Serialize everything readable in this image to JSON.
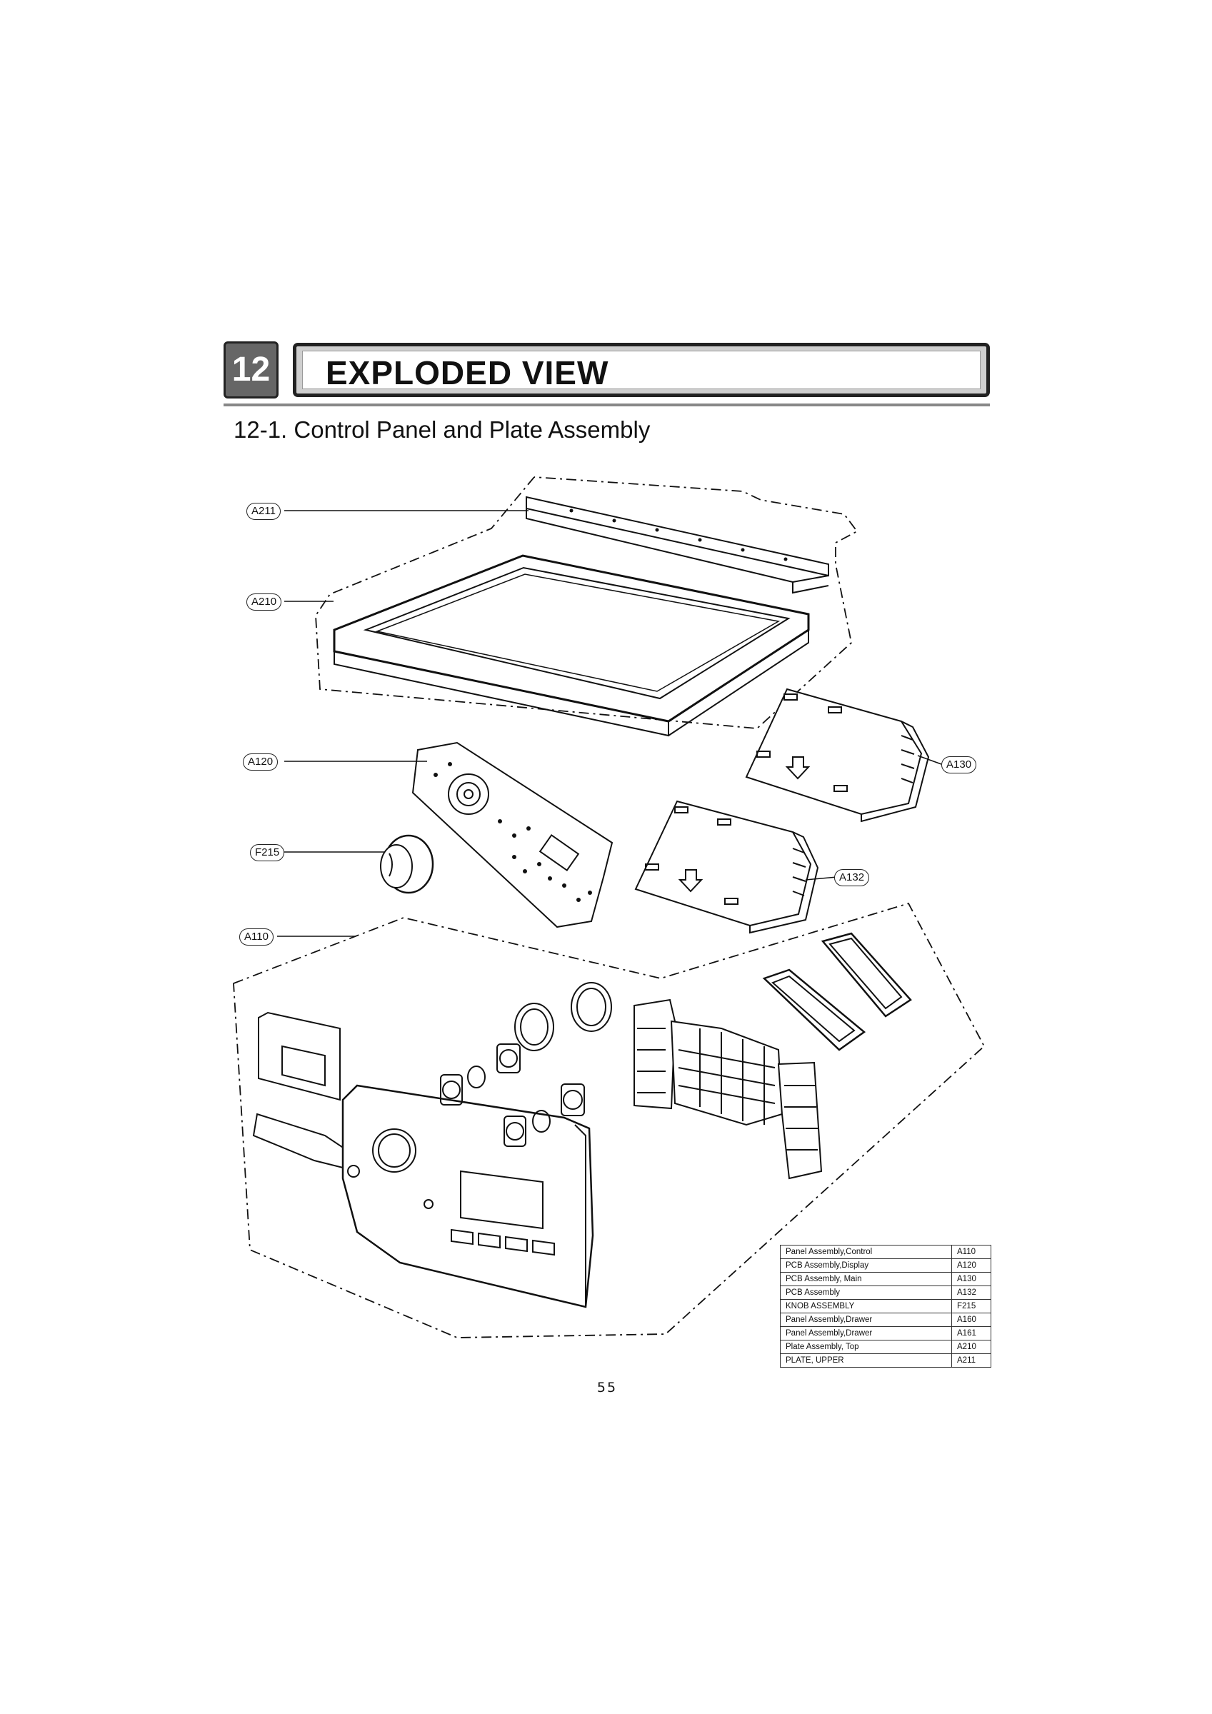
{
  "section": {
    "number": "12",
    "title": "EXPLODED VIEW"
  },
  "subtitle": "12-1. Control Panel and Plate Assembly",
  "callouts": {
    "a211": "A211",
    "a210": "A210",
    "a120": "A120",
    "f215": "F215",
    "a110": "A110",
    "a130": "A130",
    "a132": "A132"
  },
  "parts_list": [
    {
      "name": "Panel Assembly,Control",
      "code": "A110"
    },
    {
      "name": "PCB Assembly,Display",
      "code": "A120"
    },
    {
      "name": "PCB Assembly, Main",
      "code": "A130"
    },
    {
      "name": "PCB Assembly",
      "code": "A132"
    },
    {
      "name": "KNOB ASSEMBLY",
      "code": "F215"
    },
    {
      "name": "Panel Assembly,Drawer",
      "code": "A160"
    },
    {
      "name": "Panel Assembly,Drawer",
      "code": "A161"
    },
    {
      "name": "Plate Assembly, Top",
      "code": "A210"
    },
    {
      "name": "PLATE, UPPER",
      "code": "A211"
    }
  ],
  "page_number": "55"
}
